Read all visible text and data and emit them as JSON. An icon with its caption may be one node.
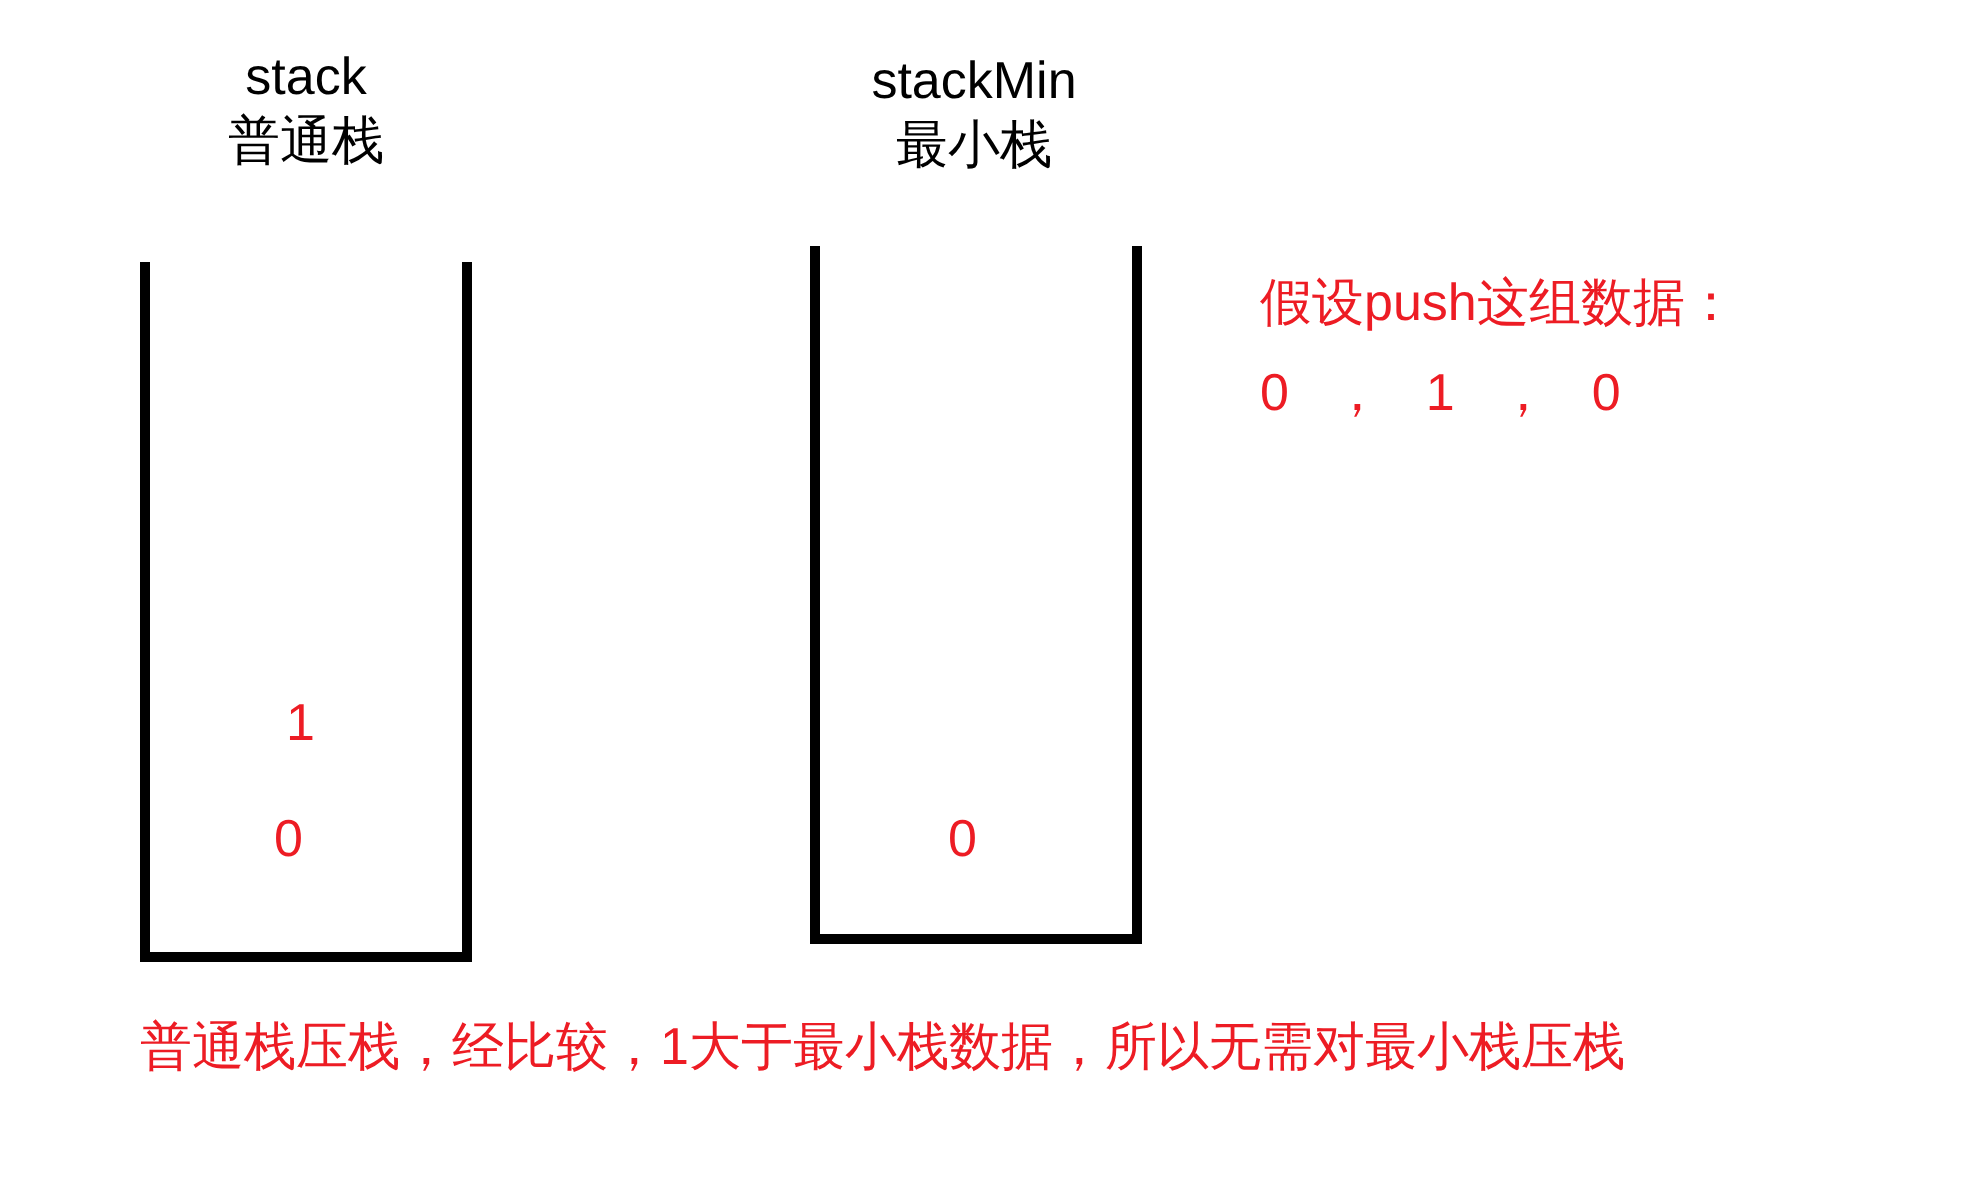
{
  "diagram": {
    "caption": "普通栈压栈，经比较，1大于最小栈数据，所以无需对最小栈压栈",
    "nodes": [
      {
        "text": [
          "stack 普通栈",
          "1",
          "0"
        ]
      },
      {
        "text": [
          "stackMin 最小栈",
          "0"
        ]
      }
    ],
    "labels": [
      "假设push这组数据：",
      "0 ， 1 ， 0"
    ]
  }
}
